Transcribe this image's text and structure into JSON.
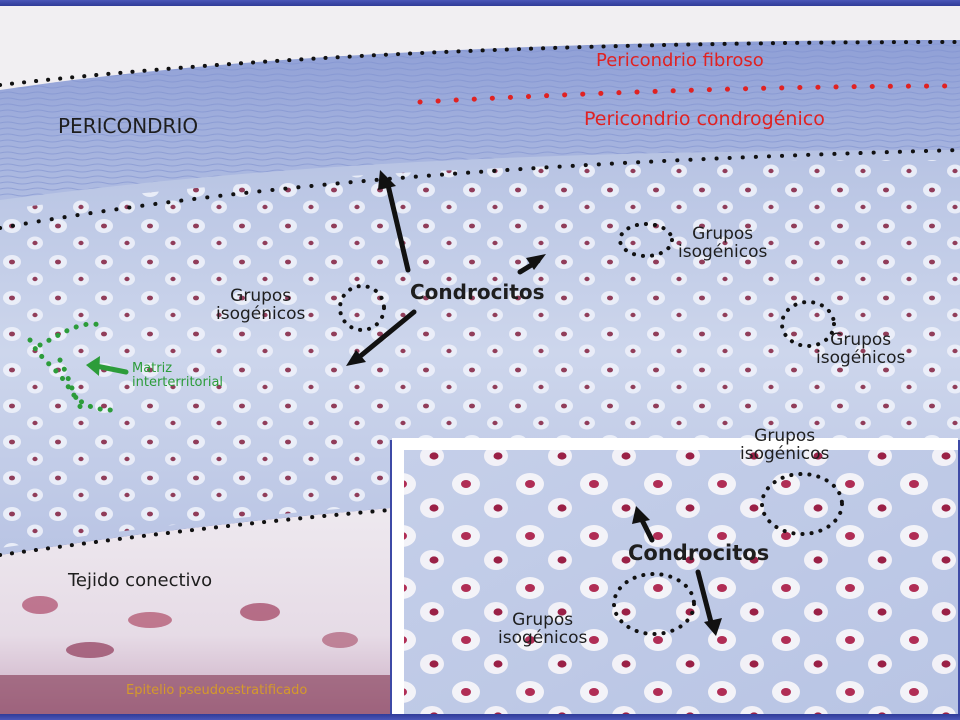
{
  "labels": {
    "pericondrio": "PERICONDRIO",
    "pericondrio_fibroso": "Pericondrio fibroso",
    "pericondrio_condrogenico": "Pericondrio condrogénico",
    "condrocitos_main": "Condrocitos",
    "grupos_left": [
      "Grupos",
      "isogénicos"
    ],
    "grupos_mid": [
      "Grupos",
      "isogénicos"
    ],
    "grupos_right": [
      "Grupos",
      "isogénicos"
    ],
    "matriz": [
      "Matriz",
      "interterritorial"
    ],
    "tejido_conectivo": "Tejido conectivo",
    "epitelio": "Epitelio pseudoestratificado",
    "inset_grupos_top": [
      "Grupos",
      "isogénicos"
    ],
    "inset_condrocitos": "Condrocitos",
    "inset_grupos_bottom": [
      "Grupos",
      "isogénicos"
    ]
  },
  "colors": {
    "frame": "#3e4aa6",
    "cartilage_matrix": "#c9d3ea",
    "perichondrium": "#aab7de",
    "connective_tissue": "#e9e4ec",
    "chondrocyte_nucleus": "#8b2d4a",
    "red_annotation": "#e02222",
    "green_annotation": "#2c9c3a",
    "yellow_annotation": "#d59a2a",
    "inset_border": "#ffffff"
  },
  "icons": {
    "arrows": "arrow-icon",
    "dotted_outlines": "dotted-circle-icon"
  }
}
